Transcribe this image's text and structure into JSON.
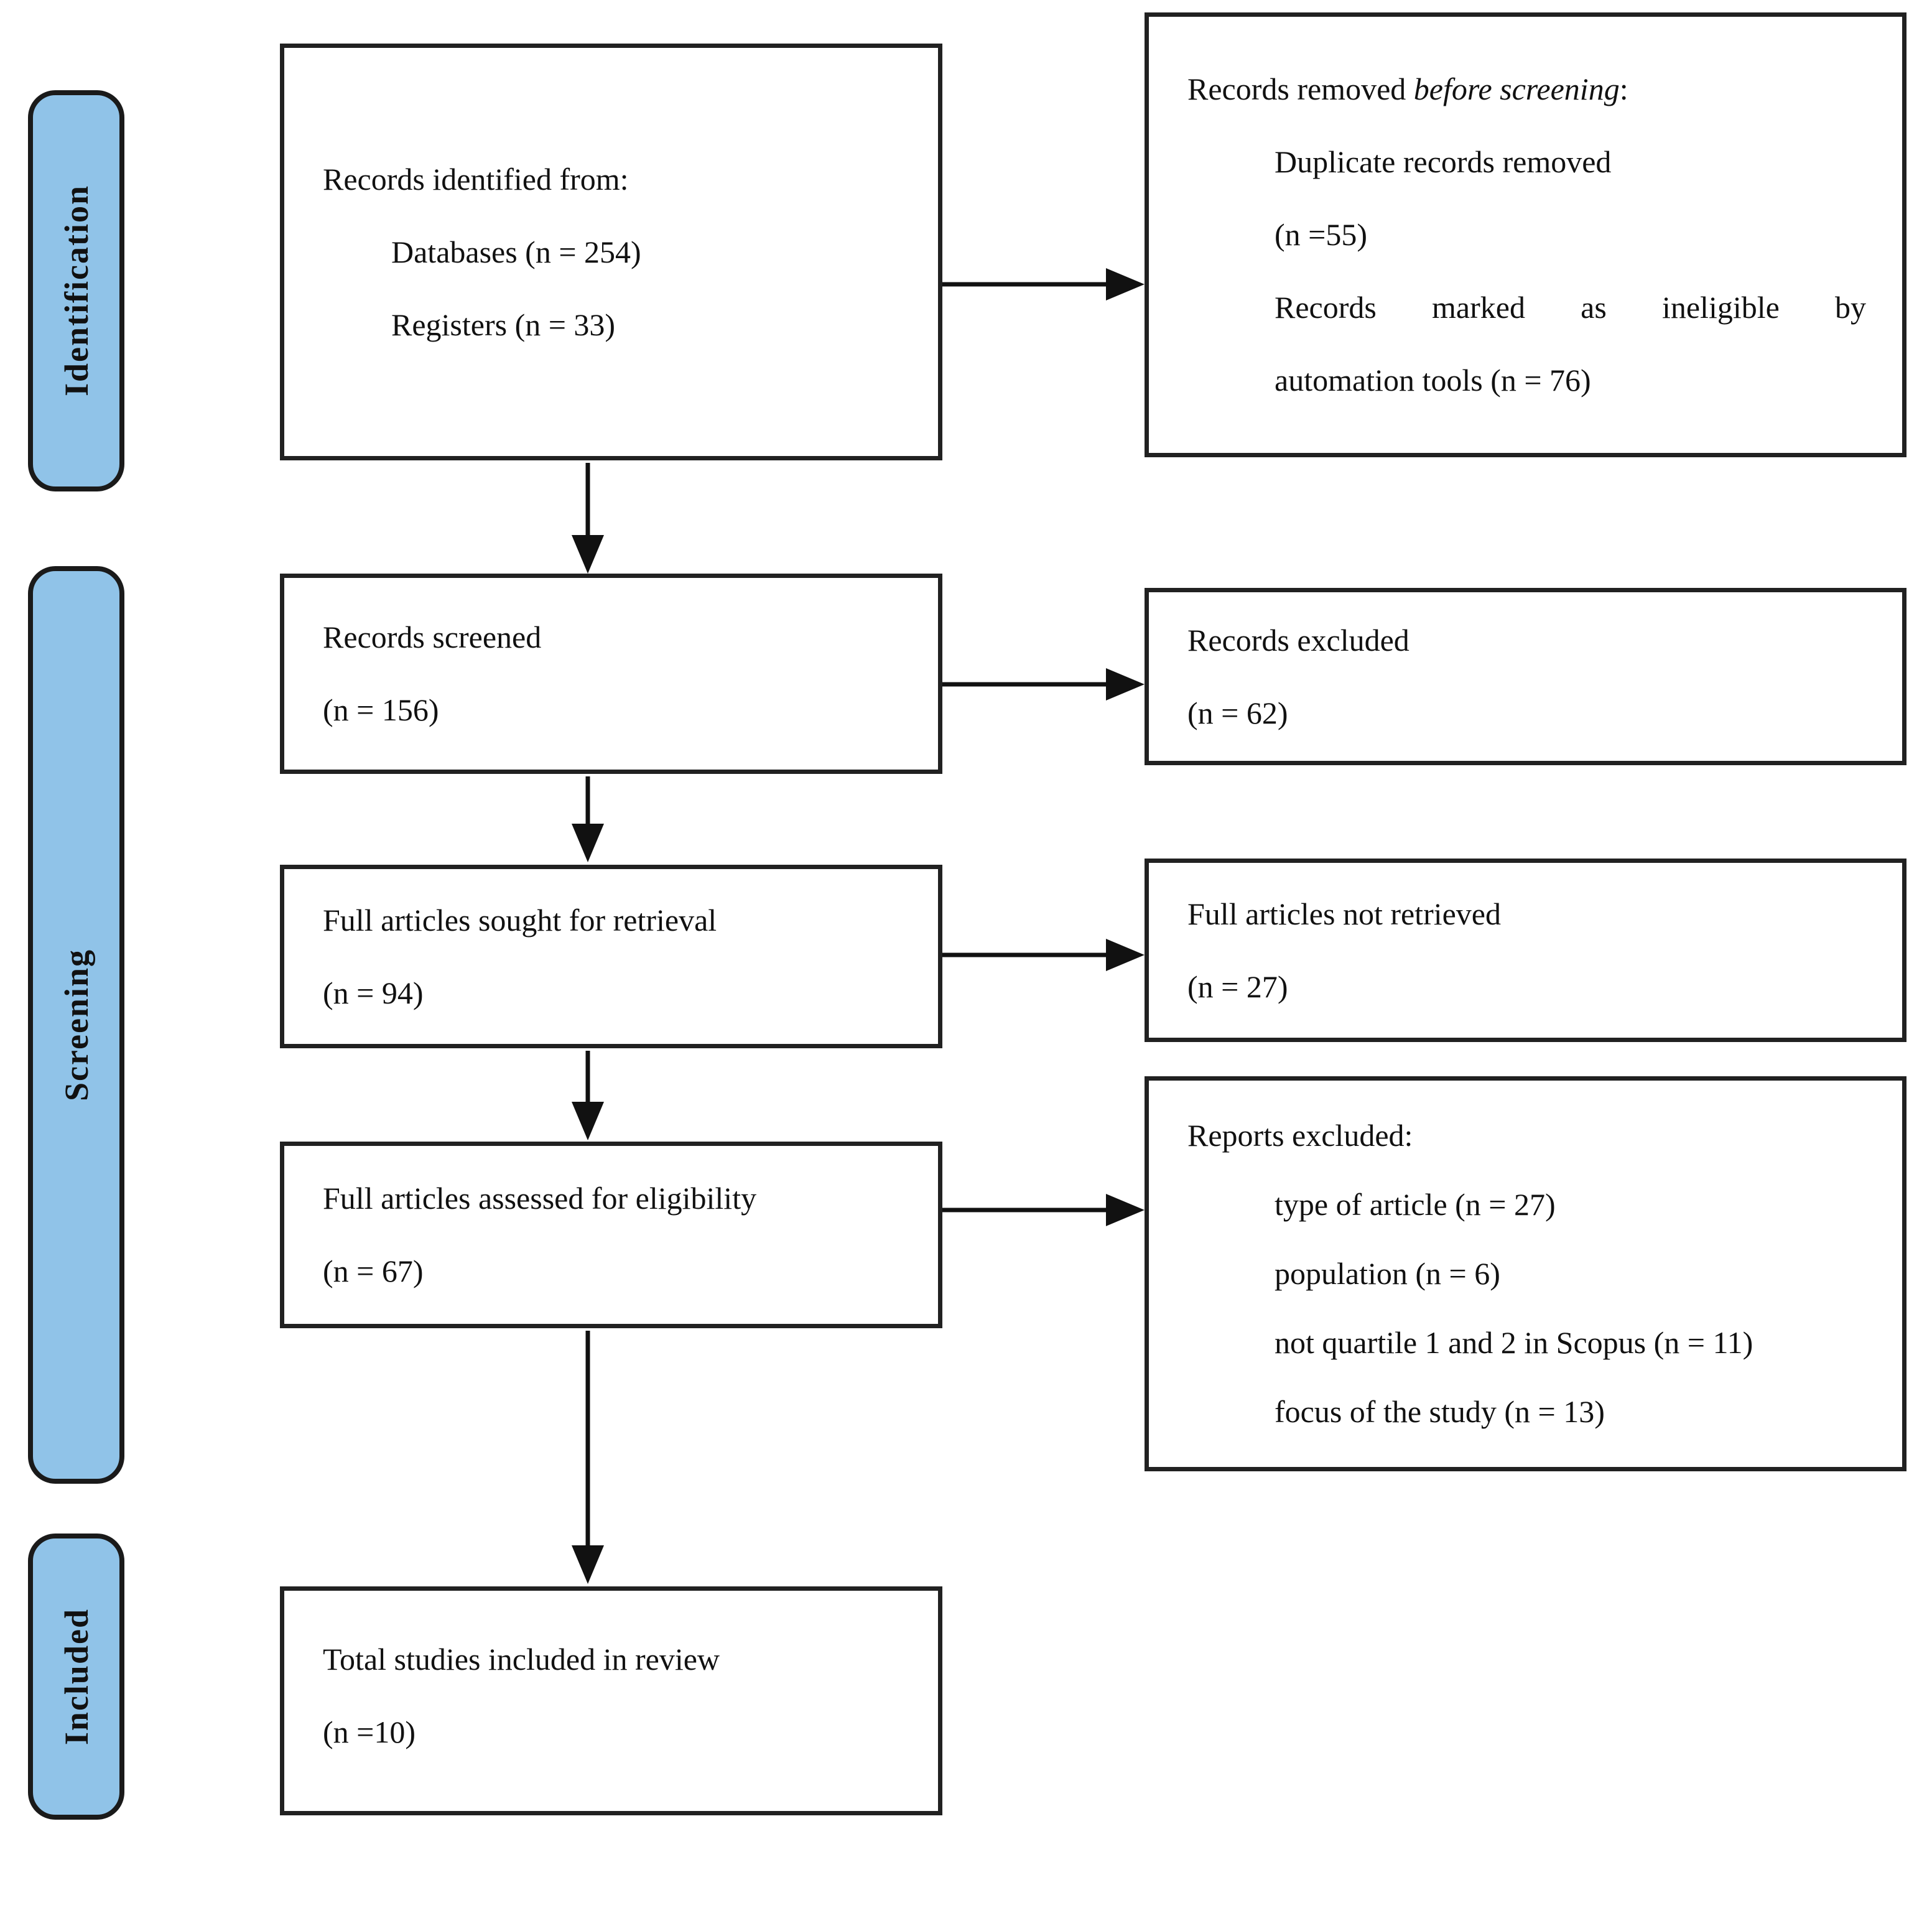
{
  "colors": {
    "stage_fill": "#90C3E8",
    "stage_border": "#1a1a1a",
    "box_border": "#212121",
    "arrow": "#111111",
    "text": "#111111",
    "background": "#ffffff"
  },
  "stages": {
    "identification": "Identification",
    "screening": "Screening",
    "included": "Included"
  },
  "boxes": {
    "identified": {
      "title": "Records identified from:",
      "databases": "Databases (n = 254)",
      "registers": "Registers (n = 33)"
    },
    "removed": {
      "title_prefix": "Records removed ",
      "title_emphasis": "before screening",
      "title_suffix": ":",
      "duplicate": "Duplicate records removed",
      "duplicate_count": "(n =55)",
      "ineligible_line1": "Records marked as ineligible by",
      "ineligible_line2": "automation tools (n = 76)"
    },
    "screened": {
      "line1": "Records screened",
      "count": "(n = 156)"
    },
    "excluded": {
      "line1": "Records excluded",
      "count": "(n = 62)"
    },
    "sought": {
      "line1": "Full articles sought for retrieval",
      "count": "(n = 94)"
    },
    "not_retrieved": {
      "line1": "Full articles not retrieved",
      "count": "(n = 27)"
    },
    "assessed": {
      "line1": "Full articles assessed for eligibility",
      "count": "(n = 67)"
    },
    "reports_excluded": {
      "title": "Reports excluded:",
      "type_of_article": "type of article (n = 27)",
      "population": "population (n = 6)",
      "quartile": "not quartile 1 and 2 in Scopus (n = 11)",
      "focus": "focus of the study (n = 13)"
    },
    "included_total": {
      "line1": "Total studies included in review",
      "count": "(n =10)"
    }
  }
}
